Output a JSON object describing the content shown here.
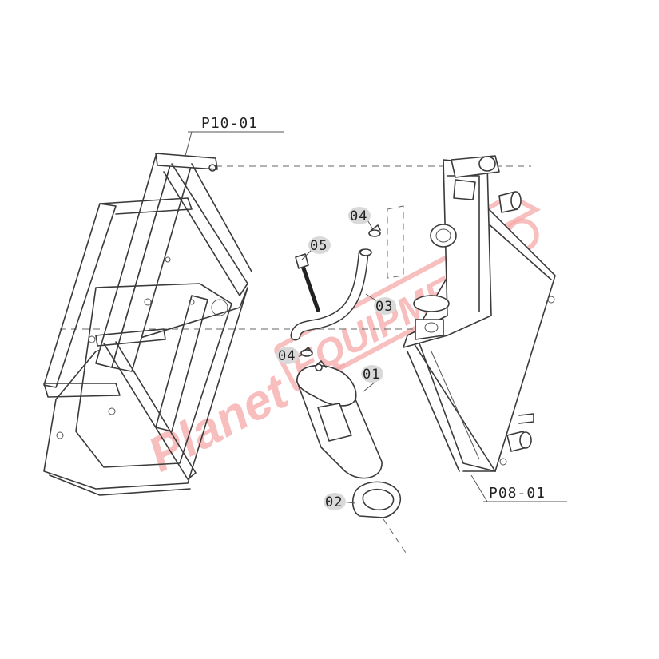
{
  "callouts": {
    "p10": "P10-01",
    "p08": "P08-01",
    "c01": "01",
    "c02": "02",
    "c03": "03",
    "c04a": "04",
    "c04b": "04",
    "c05": "05"
  },
  "watermark": {
    "text": "PlanetEquipment",
    "color": "#f6a9a9"
  },
  "colors": {
    "line": "#3a3a3a",
    "badge": "#d9d9d9"
  }
}
